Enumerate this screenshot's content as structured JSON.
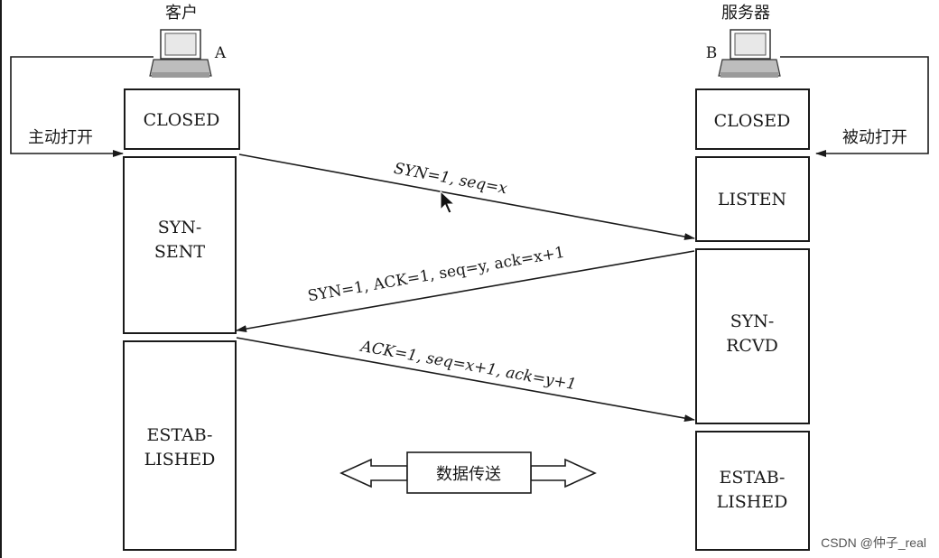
{
  "client": {
    "title": "客户",
    "host_label": "A",
    "open_label": "主动打开"
  },
  "server": {
    "title": "服务器",
    "host_label": "B",
    "open_label": "被动打开"
  },
  "client_states": [
    "CLOSED",
    [
      "SYN-",
      "SENT"
    ],
    [
      "ESTAB-",
      "LISHED"
    ]
  ],
  "server_states": [
    "CLOSED",
    "LISTEN",
    [
      "SYN-",
      "RCVD"
    ],
    [
      "ESTAB-",
      "LISHED"
    ]
  ],
  "messages": {
    "syn": "SYN=1, seq=x",
    "synack": "SYN=1, ACK=1, seq=y, ack=x+1",
    "ack": "ACK=1, seq=x+1, ack=y+1"
  },
  "data_transfer": "数据传送",
  "watermark": "CSDN @仲子_real",
  "colors": {
    "ink": "#1a1a1a",
    "watermark": "#555555",
    "background": "#ffffff"
  }
}
